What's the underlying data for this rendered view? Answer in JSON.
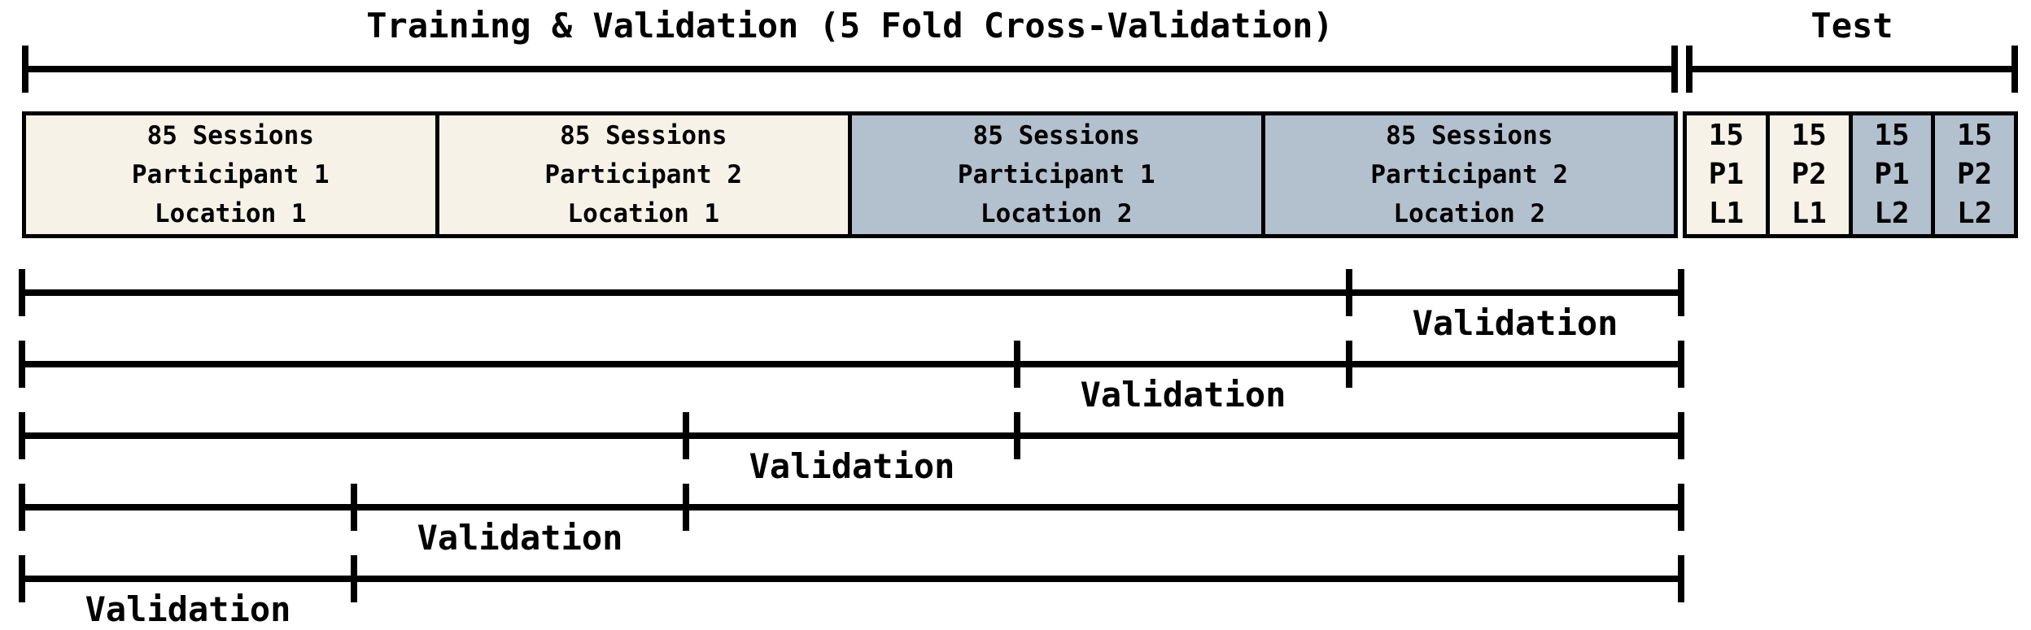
{
  "header": {
    "train_title": "Training & Validation (5 Fold Cross-Validation)",
    "test_title": "Test"
  },
  "session_boxes": {
    "train": [
      {
        "line1": "85 Sessions",
        "line2": "Participant 1",
        "line3": "Location 1",
        "color": "cream"
      },
      {
        "line1": "85 Sessions",
        "line2": "Participant 2",
        "line3": "Location 1",
        "color": "cream"
      },
      {
        "line1": "85 Sessions",
        "line2": "Participant 1",
        "line3": "Location 2",
        "color": "blue"
      },
      {
        "line1": "85 Sessions",
        "line2": "Participant 2",
        "line3": "Location 2",
        "color": "blue"
      }
    ],
    "test": [
      {
        "line1": "15",
        "line2": "P1",
        "line3": "L1",
        "color": "cream"
      },
      {
        "line1": "15",
        "line2": "P2",
        "line3": "L1",
        "color": "cream"
      },
      {
        "line1": "15",
        "line2": "P1",
        "line3": "L2",
        "color": "blue"
      },
      {
        "line1": "15",
        "line2": "P2",
        "line3": "L2",
        "color": "blue"
      }
    ]
  },
  "folds": [
    {
      "fold": 1,
      "label": "Validation",
      "validation_segment": 5
    },
    {
      "fold": 2,
      "label": "Validation",
      "validation_segment": 4
    },
    {
      "fold": 3,
      "label": "Validation",
      "validation_segment": 3
    },
    {
      "fold": 4,
      "label": "Validation",
      "validation_segment": 2
    },
    {
      "fold": 5,
      "label": "Validation",
      "validation_segment": 1
    }
  ],
  "colors": {
    "cream": "#f6f2e7",
    "blue": "#b3c0ce",
    "line": "#000000"
  }
}
